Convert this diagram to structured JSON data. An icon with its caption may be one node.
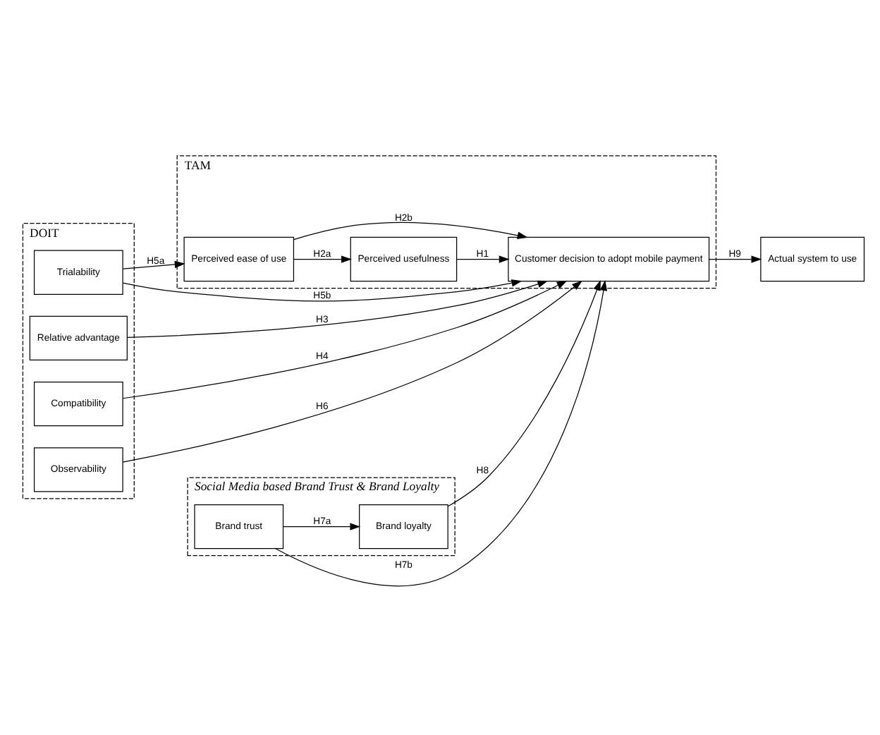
{
  "diagram": {
    "nodes": [
      {
        "text": [
          "DOIT"
        ]
      },
      {
        "text": [
          "Relative advantage"
        ],
        "in": 0
      },
      {
        "text": [
          "Compatibility"
        ],
        "in": 0
      },
      {
        "text": [
          "Trialability"
        ],
        "in": 0
      },
      {
        "text": [
          "Observability"
        ],
        "in": 0
      },
      {
        "text": [
          "TAM"
        ]
      },
      {
        "text": [
          "Perceived usefulness"
        ],
        "in": 5
      },
      {
        "text": [
          "Customer decision to adopt mobile payment"
        ],
        "in": 5
      },
      {
        "text": [
          "Perceived ease of use"
        ],
        "in": 5
      },
      {
        "text": [
          "Actual system to use"
        ]
      },
      {
        "text": [
          "Social Media based Brand Trust & Brand Loyalty"
        ]
      },
      {
        "text": [
          "Brand loyalty"
        ],
        "in": 10
      },
      {
        "text": [
          "Brand trust"
        ],
        "in": 10
      }
    ],
    "edges": [
      {
        "from": 1,
        "to": 7,
        "arrow": "to",
        "label": "H3"
      },
      {
        "from": 2,
        "to": 7,
        "arrow": "to",
        "label": "H4"
      },
      {
        "from": 3,
        "to": 7,
        "arrow": "to",
        "label": "H5b"
      },
      {
        "from": 4,
        "to": 7,
        "arrow": "to",
        "label": "H6"
      },
      {
        "from": 3,
        "to": 8,
        "arrow": "to",
        "label": "H5a"
      },
      {
        "from": 6,
        "to": 7,
        "arrow": "to",
        "label": "H1"
      },
      {
        "from": 8,
        "to": 6,
        "arrow": "to",
        "label": "H2a"
      },
      {
        "from": 8,
        "to": 7,
        "arrow": "to",
        "label": "H2b"
      },
      {
        "from": 7,
        "to": 9,
        "arrow": "to",
        "label": "H9"
      },
      {
        "from": 11,
        "to": 7,
        "arrow": "to",
        "label": "H8"
      },
      {
        "from": 12,
        "to": 11,
        "arrow": "to",
        "label": "H7a"
      },
      {
        "from": 12,
        "to": 7,
        "arrow": "to",
        "label": "H7b"
      }
    ]
  }
}
